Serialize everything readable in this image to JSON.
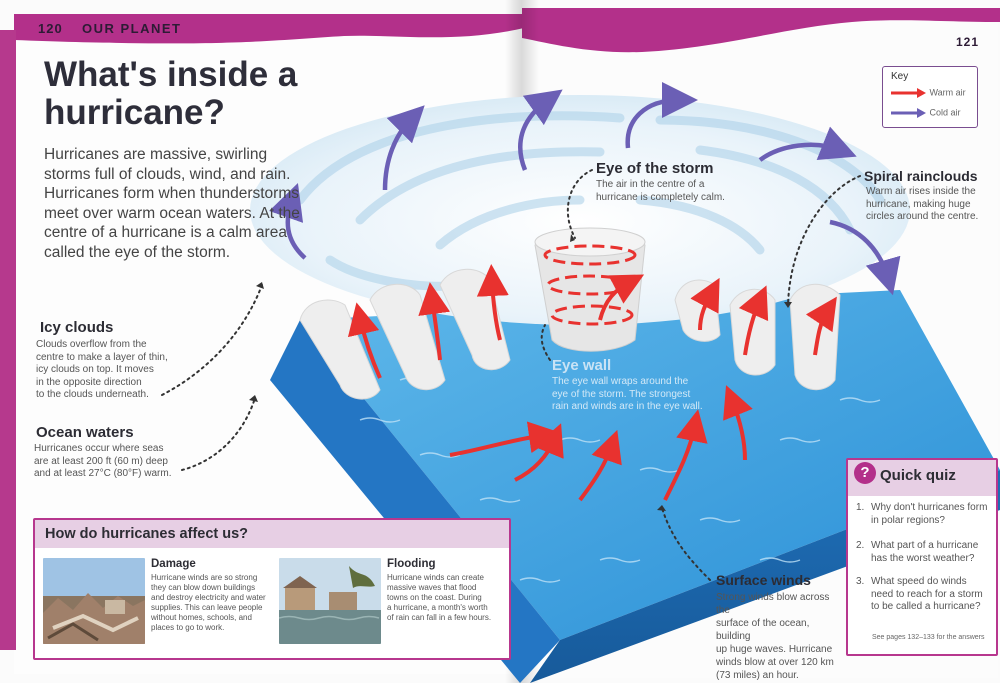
{
  "header": {
    "page_left": "120",
    "section": "OUR PLANET",
    "page_right": "121",
    "band_color": "#b3308a"
  },
  "title": "What's inside a hurricane?",
  "intro": "Hurricanes are massive, swirling storms full of clouds, wind, and rain. Hurricanes form when thunderstorms meet over warm ocean waters. At the centre of a hurricane is a calm area called the eye of the storm.",
  "labels": {
    "icy_clouds": {
      "title": "Icy clouds",
      "text": [
        "Clouds overflow from the",
        "centre to make a layer of thin,",
        "icy clouds on top. It moves",
        "in the opposite direction",
        "to the clouds underneath."
      ]
    },
    "ocean_waters": {
      "title": "Ocean waters",
      "text": [
        "Hurricanes occur where seas",
        "are at least 200 ft (60 m) deep",
        "and at least 27°C (80°F) warm."
      ]
    },
    "eye_of_storm": {
      "title": "Eye of the storm",
      "text": [
        "The air in the centre of a",
        "hurricane is completely calm."
      ]
    },
    "spiral_rainclouds": {
      "title": "Spiral rainclouds",
      "text": [
        "Warm air rises inside the",
        "hurricane, making huge",
        "circles around the centre."
      ]
    },
    "eye_wall": {
      "title": "Eye wall",
      "text": [
        "The eye wall wraps around the",
        "eye of the storm. The strongest",
        "rain and winds are in the eye wall."
      ]
    },
    "surface_winds": {
      "title": "Surface winds",
      "text": [
        "Strong winds blow across the",
        "surface of the ocean, building",
        "up huge waves. Hurricane",
        "winds blow at over 120 km",
        "(73 miles) an hour."
      ]
    }
  },
  "key": {
    "title": "Key",
    "warm": "Warm air",
    "cold": "Cold air",
    "warm_color": "#e8322f",
    "cold_color": "#6b5fb5"
  },
  "affect": {
    "title": "How do hurricanes affect us?",
    "damage": {
      "title": "Damage",
      "text": [
        "Hurricane winds are so strong",
        "they can blow down buildings",
        "and destroy electricity and water",
        "supplies. This can leave people",
        "without homes, schools, and",
        "places to go to work."
      ]
    },
    "flooding": {
      "title": "Flooding",
      "text": [
        "Hurricane winds can create",
        "massive waves that flood",
        "towns on the coast. During",
        "a hurricane, a month's worth",
        "of rain can fall in a few hours."
      ]
    }
  },
  "quiz": {
    "badge": "?",
    "title": "Quick quiz",
    "questions": [
      {
        "n": "1.",
        "lines": [
          "Why don't hurricanes form",
          "in polar regions?"
        ]
      },
      {
        "n": "2.",
        "lines": [
          "What part of a hurricane",
          "has the worst weather?"
        ]
      },
      {
        "n": "3.",
        "lines": [
          "What speed do winds",
          "need to reach for a storm",
          "to be called a hurricane?"
        ]
      }
    ],
    "footer": "See pages 132–133 for the answers"
  }
}
